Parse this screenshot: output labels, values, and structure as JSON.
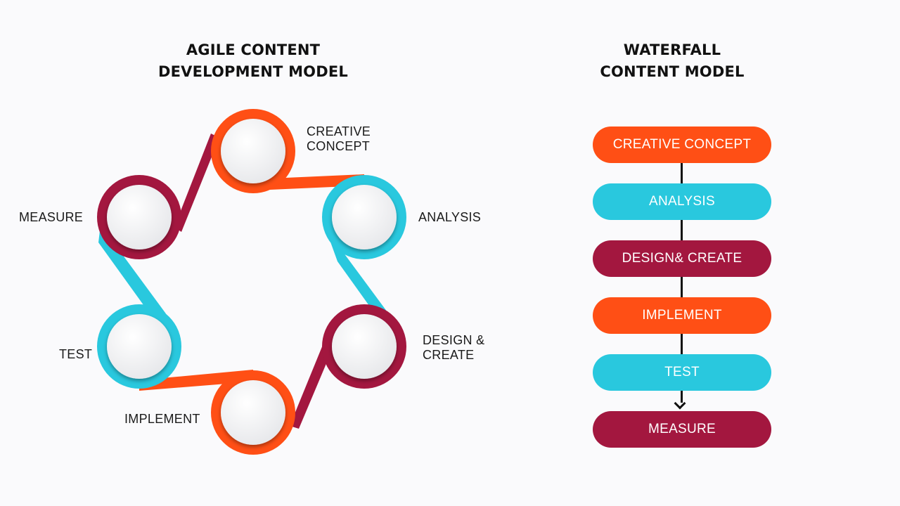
{
  "agile": {
    "title_line1": "AGILE CONTENT",
    "title_line2": "DEVELOPMENT MODEL",
    "nodes": [
      {
        "label": "CREATIVE",
        "label2": "CONCEPT",
        "color": "#ff4f15"
      },
      {
        "label": "ANALYSIS",
        "label2": "",
        "color": "#29c8de"
      },
      {
        "label": "DESIGN &",
        "label2": "CREATE",
        "color": "#a3173f"
      },
      {
        "label": "IMPLEMENT",
        "label2": "",
        "color": "#ff4f15"
      },
      {
        "label": "TEST",
        "label2": "",
        "color": "#29c8de"
      },
      {
        "label": "MEASURE",
        "label2": "",
        "color": "#a3173f"
      }
    ]
  },
  "waterfall": {
    "title_line1": "WATERFALL",
    "title_line2": "CONTENT MODEL",
    "steps": [
      {
        "label": "CREATIVE CONCEPT",
        "color": "#ff4f15"
      },
      {
        "label": "ANALYSIS",
        "color": "#29c8de"
      },
      {
        "label": "DESIGN& CREATE",
        "color": "#a3173f"
      },
      {
        "label": "IMPLEMENT",
        "color": "#ff4f15"
      },
      {
        "label": "TEST",
        "color": "#29c8de"
      },
      {
        "label": "MEASURE",
        "color": "#a3173f"
      }
    ]
  }
}
